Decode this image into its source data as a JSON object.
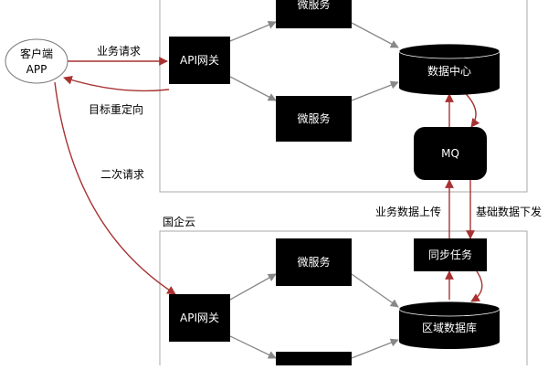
{
  "diagram": {
    "nodes": {
      "client": {
        "line1": "客户端",
        "line2": "APP"
      },
      "gateway_top": "API网关",
      "micro_top_1": "微服务",
      "micro_top_2": "微服务",
      "data_center": "数据中心",
      "mq": "MQ",
      "gateway_bottom": "API网关",
      "micro_bottom_1": "微服务",
      "micro_bottom_2": "",
      "sync_task": "同步任务",
      "region_db": "区域数据库"
    },
    "groups": {
      "bottom_label": "国企云"
    },
    "edges": {
      "business_request": "业务请求",
      "target_redirect": "目标重定向",
      "second_request": "二次请求",
      "business_upload": "业务数据上传",
      "basic_download": "基础数据下发"
    },
    "colors": {
      "node_fill": "#000000",
      "node_text": "#ffffff",
      "edge_gray": "#888888",
      "edge_red": "#a83232",
      "container_border": "#aaaaaa"
    }
  }
}
